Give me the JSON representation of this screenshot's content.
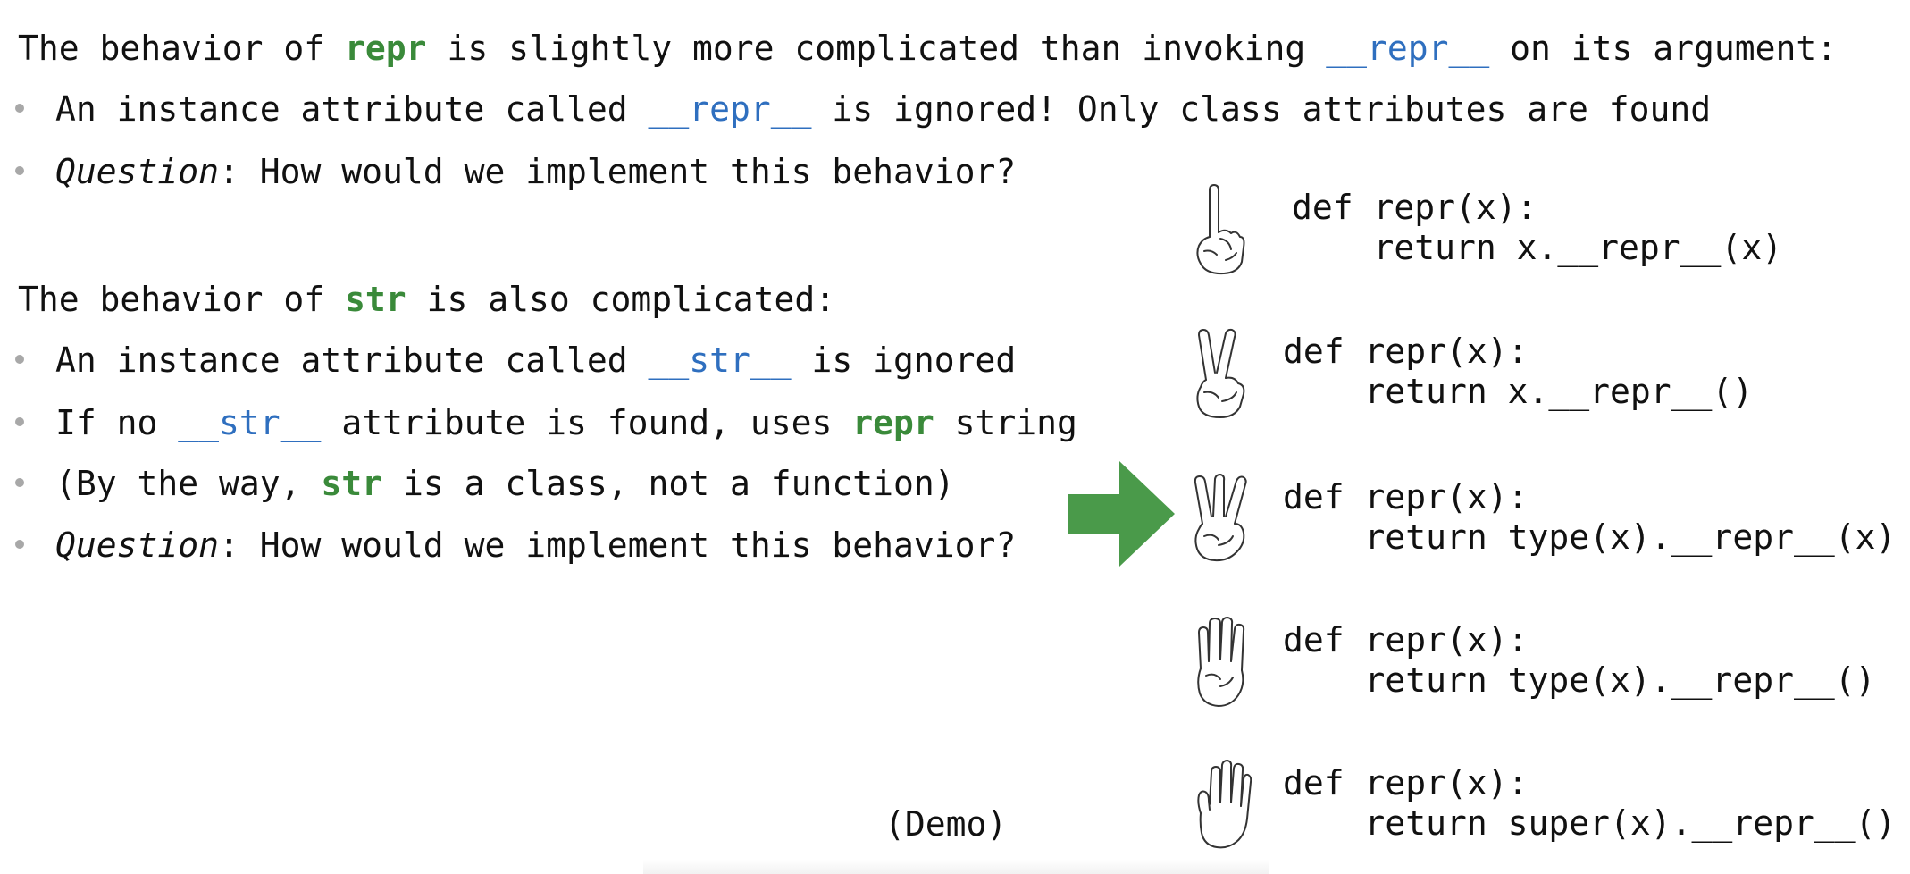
{
  "section1": {
    "intro": {
      "before": "The behavior of ",
      "keyword": "repr",
      "middle": " is slightly more complicated than invoking ",
      "dunder": "__repr__",
      "after": " on its argument:"
    },
    "bullet1": {
      "before": "An instance attribute called ",
      "dunder": "__repr__",
      "after": " is ignored! Only class attributes are found"
    },
    "bullet2": {
      "question": "Question",
      "after": ": How would we implement this behavior?"
    }
  },
  "section2": {
    "intro": {
      "before": "The behavior of ",
      "keyword": "str",
      "after": " is also complicated:"
    },
    "bullet1": {
      "before": "An instance attribute called ",
      "dunder": "__str__",
      "after": " is ignored"
    },
    "bullet2": {
      "before": "If no ",
      "dunder": "__str__",
      "middle": " attribute is found, uses ",
      "keyword": "repr",
      "after": " string"
    },
    "bullet3": {
      "before": "(By the way, ",
      "keyword": "str",
      "after": " is a class, not a function)"
    },
    "bullet4": {
      "question": "Question",
      "after": ": How would we implement this behavior?"
    }
  },
  "demo_label": "(Demo)",
  "options": [
    {
      "hand": "one-finger-hand-icon",
      "line1": "def repr(x):",
      "line2": "    return x.__repr__(x)"
    },
    {
      "hand": "two-finger-hand-icon",
      "line1": "def repr(x):",
      "line2": "    return x.__repr__()"
    },
    {
      "hand": "three-finger-hand-icon",
      "line1": "def repr(x):",
      "line2": "    return type(x).__repr__(x)"
    },
    {
      "hand": "four-finger-hand-icon",
      "line1": "def repr(x):",
      "line2": "    return type(x).__repr__()"
    },
    {
      "hand": "five-finger-hand-icon",
      "line1": "def repr(x):",
      "line2": "    return super(x).__repr__()"
    }
  ],
  "selected_option_marker": "arrow-right-icon",
  "colors": {
    "keyword_green": "#3a8a3a",
    "dunder_blue": "#2f6fbf",
    "arrow_green": "#4a9a4a",
    "text": "#111111",
    "bullet": "#a8a8a8"
  }
}
